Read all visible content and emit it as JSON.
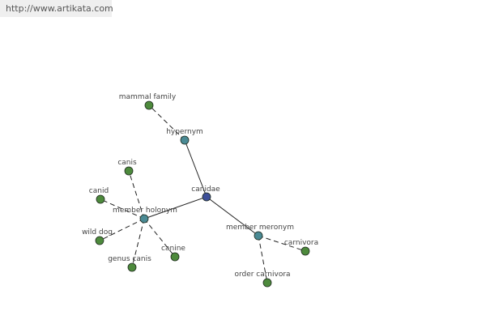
{
  "banner": {
    "url": "http://www.artikata.com"
  },
  "colors": {
    "center": "#3d4f98",
    "relation": "#4a8a94",
    "leaf": "#4d8a3c",
    "edge": "#222222",
    "label": "#444444"
  },
  "graph": {
    "nodes": [
      {
        "id": "canidae",
        "label": "canidae",
        "kind": "center"
      },
      {
        "id": "hypernym",
        "label": "hypernym",
        "kind": "relation"
      },
      {
        "id": "member-holonym",
        "label": "member holonym",
        "kind": "relation"
      },
      {
        "id": "member-meronym",
        "label": "member meronym",
        "kind": "relation"
      },
      {
        "id": "mammal-family",
        "label": "mammal family",
        "kind": "leaf"
      },
      {
        "id": "canis",
        "label": "canis",
        "kind": "leaf"
      },
      {
        "id": "canid",
        "label": "canid",
        "kind": "leaf"
      },
      {
        "id": "wild-dog",
        "label": "wild dog",
        "kind": "leaf"
      },
      {
        "id": "genus-canis",
        "label": "genus canis",
        "kind": "leaf"
      },
      {
        "id": "canine",
        "label": "canine",
        "kind": "leaf"
      },
      {
        "id": "carnivora",
        "label": "carnivora",
        "kind": "leaf"
      },
      {
        "id": "order-carnivora",
        "label": "order carnivora",
        "kind": "leaf"
      }
    ],
    "edges": [
      {
        "from": "canidae",
        "to": "hypernym",
        "style": "solid"
      },
      {
        "from": "canidae",
        "to": "member-holonym",
        "style": "solid"
      },
      {
        "from": "canidae",
        "to": "member-meronym",
        "style": "solid"
      },
      {
        "from": "hypernym",
        "to": "mammal-family",
        "style": "dashed"
      },
      {
        "from": "member-holonym",
        "to": "canis",
        "style": "dashed"
      },
      {
        "from": "member-holonym",
        "to": "canid",
        "style": "dashed"
      },
      {
        "from": "member-holonym",
        "to": "wild-dog",
        "style": "dashed"
      },
      {
        "from": "member-holonym",
        "to": "genus-canis",
        "style": "dashed"
      },
      {
        "from": "member-holonym",
        "to": "canine",
        "style": "dashed"
      },
      {
        "from": "member-meronym",
        "to": "carnivora",
        "style": "dashed"
      },
      {
        "from": "member-meronym",
        "to": "order-carnivora",
        "style": "dashed"
      }
    ]
  }
}
